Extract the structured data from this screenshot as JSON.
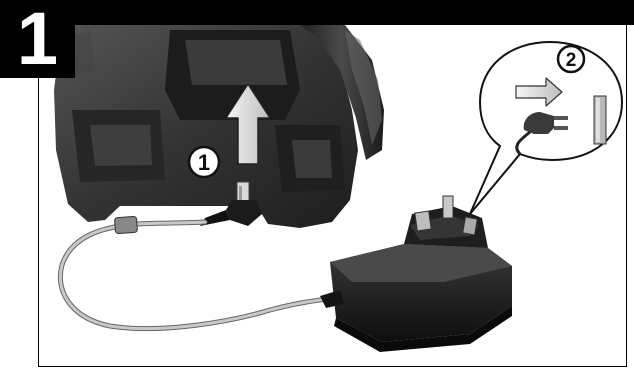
{
  "step": {
    "number": "1"
  },
  "callouts": {
    "connect_label": "1",
    "plug_label": "2"
  },
  "icons": [
    "up-arrow-icon",
    "right-arrow-icon",
    "plug-icon",
    "wall-socket-icon"
  ],
  "colors": {
    "header": "#000000",
    "device_dark": "#2b2b2b",
    "arrow_fill": "#e6e6e6",
    "cable": "#b8b8b8"
  }
}
